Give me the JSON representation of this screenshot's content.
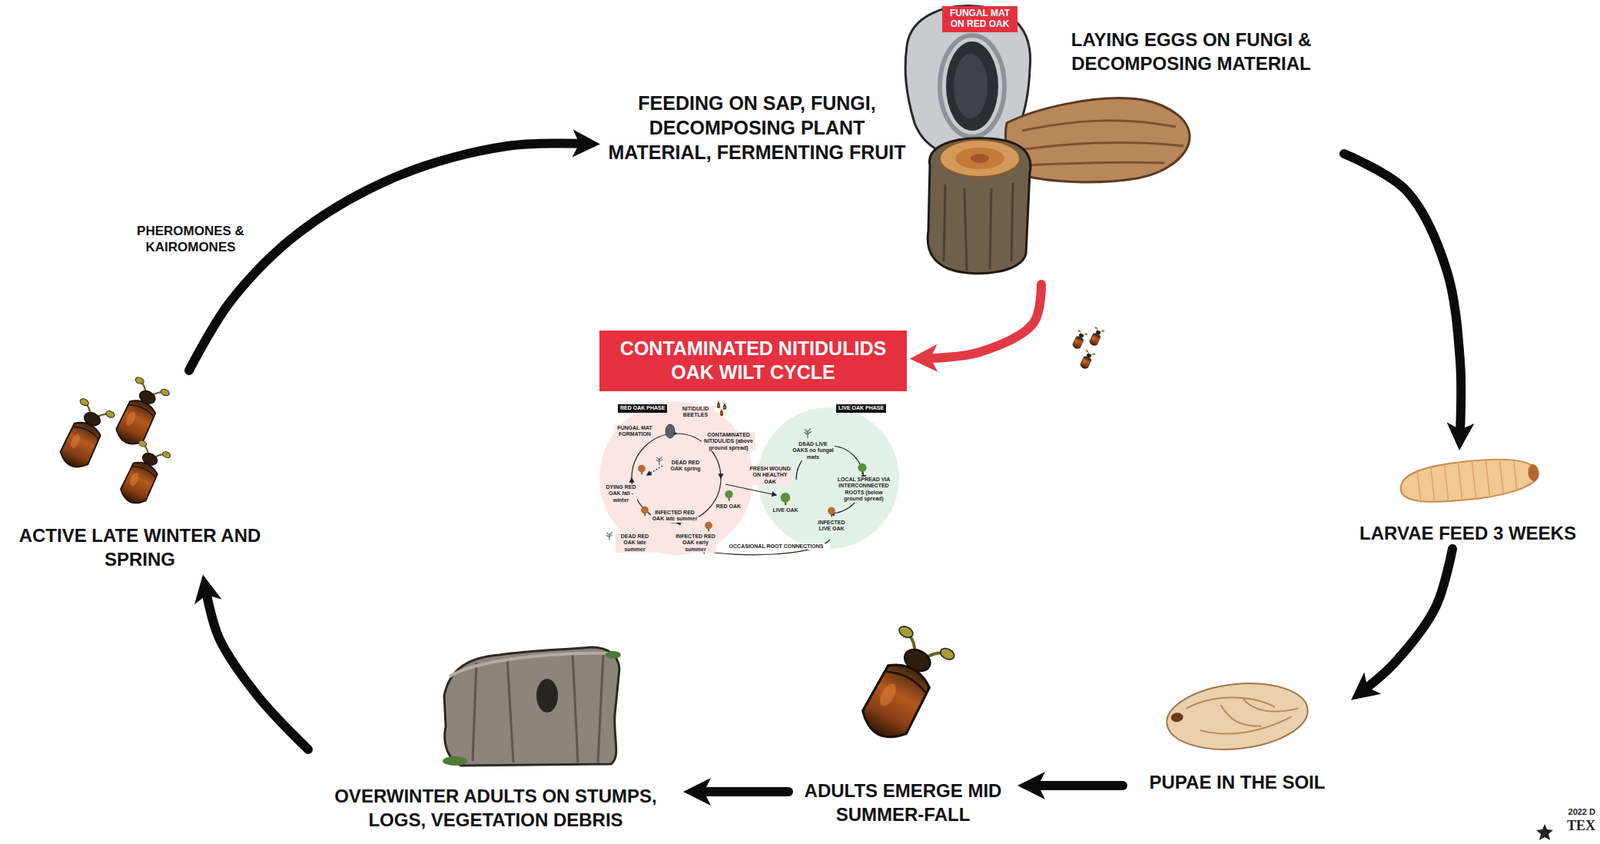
{
  "diagram": {
    "nodes": [
      {
        "text": [
          "FEEDING ON SAP, FUNGI, DECOMPOSING PLANT MATERIAL, FERMENTING FRUIT"
        ]
      },
      {
        "text": [
          "FUNGAL MAT ON RED OAK"
        ]
      },
      {
        "text": [
          "LAYING EGGS ON FUNGI & DECOMPOSING MATERIAL"
        ]
      },
      {
        "text": [
          "CONTAMINATED NITIDULIDS OAK WILT CYCLE"
        ]
      },
      {
        "text": [
          "ACTIVE LATE WINTER AND SPRING"
        ]
      },
      {
        "text": [
          "LARVAE FEED 3 WEEKS"
        ]
      },
      {
        "text": [
          "PUPAE IN THE SOIL"
        ]
      },
      {
        "text": [
          "ADULTS EMERGE MID SUMMER-FALL"
        ]
      },
      {
        "text": [
          "OVERWINTER ADULTS ON STUMPS, LOGS, VEGETATION DEBRIS"
        ]
      },
      {
        "text": [
          "RED OAK PHASE"
        ]
      },
      {
        "text": [
          "LIVE OAK PHASE"
        ]
      }
    ],
    "edges": [
      {
        "from": 4,
        "to": 0,
        "arrow": "to",
        "label": "PHEROMONES & KAIROMONES"
      },
      {
        "from": 2,
        "to": 5,
        "arrow": "to"
      },
      {
        "from": 5,
        "to": 6,
        "arrow": "to"
      },
      {
        "from": 6,
        "to": 7,
        "arrow": "to"
      },
      {
        "from": 7,
        "to": 8,
        "arrow": "to"
      },
      {
        "from": 8,
        "to": 4,
        "arrow": "to"
      },
      {
        "from": 2,
        "to": 3,
        "arrow": "to"
      }
    ],
    "labels": [
      "NITIDULID BEETLES",
      "FUNGAL MAT FORMATION",
      "CONTAMINATED NITIDULIDS (above ground spread)",
      "DEAD RED OAK spring",
      "FRESH WOUND ON HEALTHY OAK",
      "DYING RED OAK fall - winter",
      "RED OAK",
      "INFECTED RED OAK late summer",
      "DEAD RED OAK late summer",
      "INFECTED RED OAK early summer",
      "LIVE OAK",
      "DEAD LIVE OAKS no fungal mats",
      "LOCAL SPREAD VIA INTERCONNECTED ROOTS (below ground spread)",
      "INFECTED LIVE OAK",
      "OCCASIONAL ROOT CONNECTIONS",
      "2022 D",
      "TEX"
    ]
  }
}
